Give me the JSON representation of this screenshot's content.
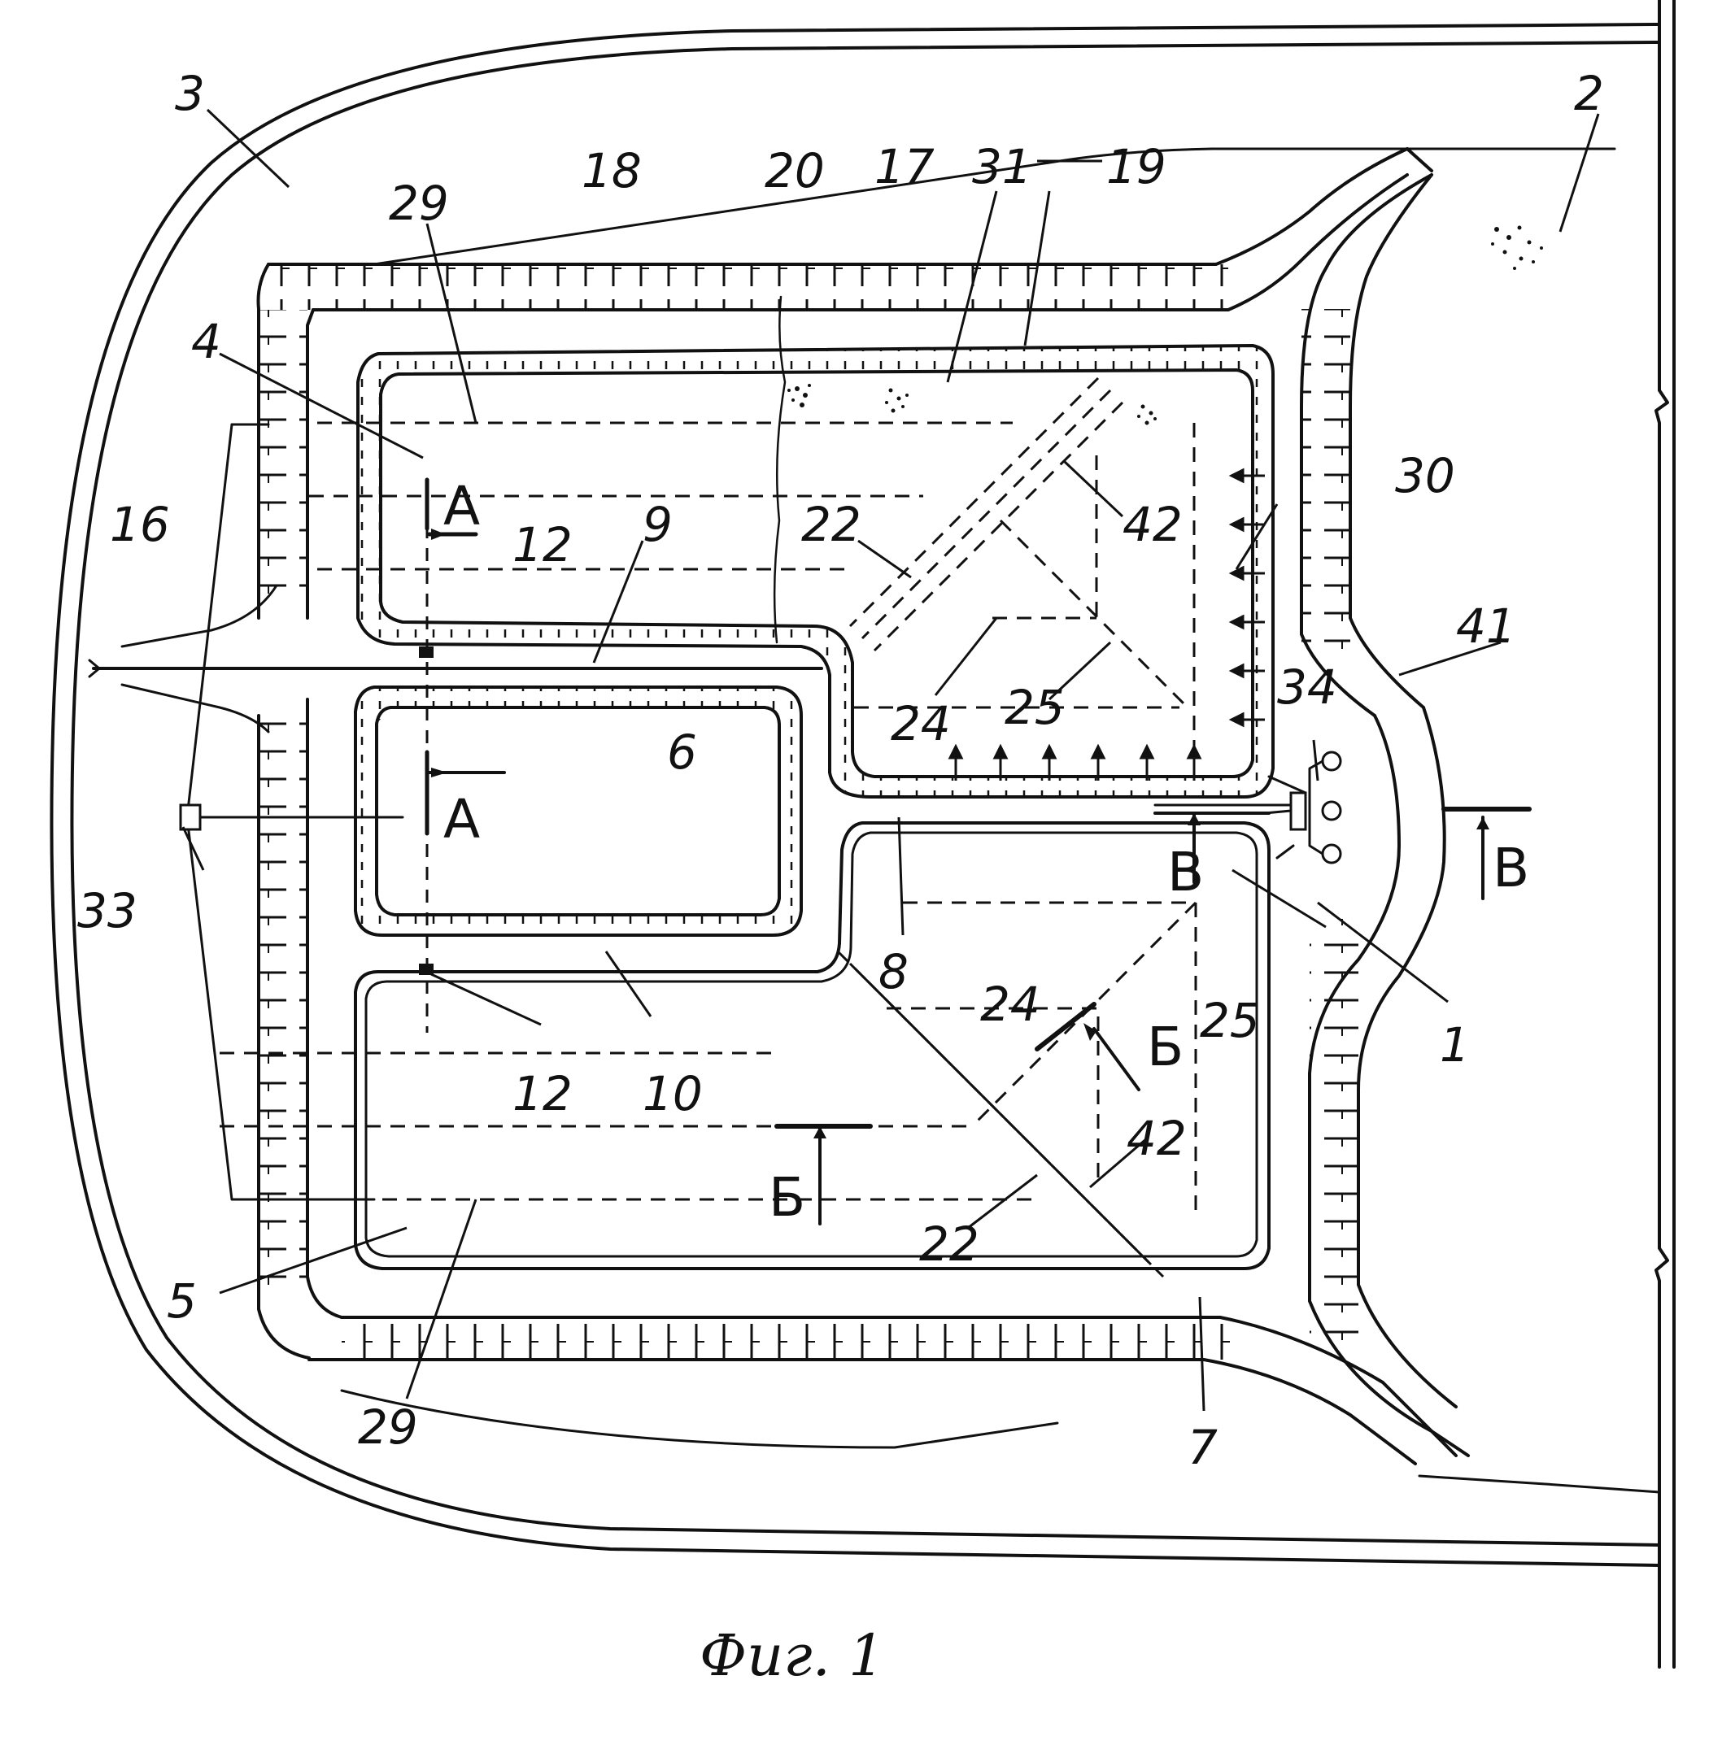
{
  "figure": {
    "caption": "Фиг. 1",
    "labels": {
      "l1": "1",
      "l2": "2",
      "l3": "3",
      "l4": "4",
      "l5": "5",
      "l6": "6",
      "l7": "7",
      "l8": "8",
      "l9": "9",
      "l10": "10",
      "l12a": "12",
      "l12b": "12",
      "l16": "16",
      "l17": "17",
      "l18": "18",
      "l19": "19",
      "l20": "20",
      "l22a": "22",
      "l22b": "22",
      "l24a": "24",
      "l24b": "24",
      "l25a": "25",
      "l25b": "25",
      "l29a": "29",
      "l29b": "29",
      "l30": "30",
      "l31": "31",
      "l33": "33",
      "l34": "34",
      "l41": "41",
      "l42a": "42",
      "l42b": "42"
    },
    "sections": {
      "a_top": "A",
      "a_bottom": "A",
      "b_top": "Б",
      "b_bottom": "Б",
      "v_left": "В",
      "v_right": "В"
    }
  }
}
